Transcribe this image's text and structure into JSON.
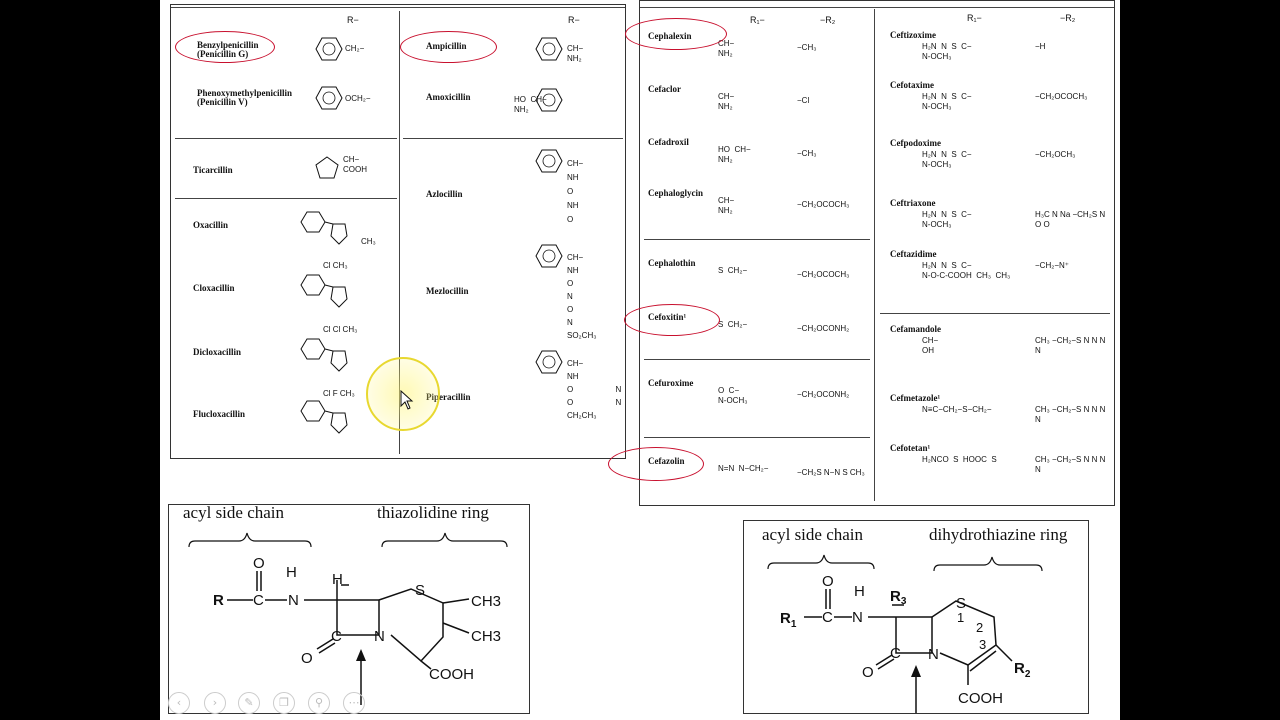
{
  "penicillin_table": {
    "header_r": "R−",
    "header_r2": "R−",
    "rows_left": [
      {
        "name": "Benzylpenicillin\n(Penicillin G)",
        "r": "CH₂−"
      },
      {
        "name": "Phenoxymethylpenicillin\n(Penicillin V)",
        "r": "OCH₂−"
      },
      {
        "name": "Ticarcillin",
        "r": "CH−\nCOOH"
      },
      {
        "name": "Oxacillin",
        "r": "CH₃"
      },
      {
        "name": "Cloxacillin",
        "r": "Cl  CH₃"
      },
      {
        "name": "Dicloxacillin",
        "r": "Cl  Cl  CH₃"
      },
      {
        "name": "Flucloxacillin",
        "r": "Cl  F  CH₃"
      }
    ],
    "rows_right": [
      {
        "name": "Ampicillin",
        "r": "CH−\nNH₂"
      },
      {
        "name": "Amoxicillin",
        "r": "HO  CH−\nNH₂"
      },
      {
        "name": "Azlocillin",
        "r": "CH−  NH  O  NH  O"
      },
      {
        "name": "Mezlocillin",
        "r": "CH−  NH  O  N  O  N  SO₂CH₃"
      },
      {
        "name": "Piperacillin",
        "r": "CH−  NH  O  N  O  N  CH₂CH₃"
      }
    ]
  },
  "cephalosporin_table": {
    "header_r1": "R₁−",
    "header_r2": "−R₂",
    "header_r1b": "R₁−",
    "header_r2b": "−R₂",
    "rows_left": [
      {
        "name": "Cephalexin",
        "r1": "CH−\nNH₂",
        "r2": "−CH₃"
      },
      {
        "name": "Cefaclor",
        "r1": "CH−\nNH₂",
        "r2": "−Cl"
      },
      {
        "name": "Cefadroxil",
        "r1": "HO  CH−\nNH₂",
        "r2": "−CH₃"
      },
      {
        "name": "Cephaloglycin",
        "r1": "CH−\nNH₂",
        "r2": "−CH₂OCOCH₃"
      },
      {
        "name": "Cephalothin",
        "r1": "S  CH₂−",
        "r2": "−CH₂OCOCH₃"
      },
      {
        "name": "Cefoxitin¹",
        "r1": "S  CH₂−",
        "r2": "−CH₂OCONH₂"
      },
      {
        "name": "Cefuroxime",
        "r1": "O  C−\nN-OCH₃",
        "r2": "−CH₂OCONH₂"
      },
      {
        "name": "Cefazolin",
        "r1": "N=N  N−CH₂−",
        "r2": "−CH₂S  N−N  S  CH₃"
      }
    ],
    "rows_right": [
      {
        "name": "Ceftizoxime",
        "r1": "H₂N  N  S  C−\nN-OCH₃",
        "r2": "−H"
      },
      {
        "name": "Cefotaxime",
        "r1": "H₂N  N  S  C−\nN-OCH₃",
        "r2": "−CH₂OCOCH₃"
      },
      {
        "name": "Cefpodoxime",
        "r1": "H₂N  N  S  C−\nN-OCH₃",
        "r2": "−CH₂OCH₃"
      },
      {
        "name": "Ceftriaxone",
        "r1": "H₂N  N  S  C−\nN-OCH₃",
        "r2": "H₃C  N  Na  −CH₂S  N  O  O"
      },
      {
        "name": "Ceftazidime",
        "r1": "H₂N  N  S  C−\nN-O-C-COOH  CH₃  CH₃",
        "r2": "−CH₂−N⁺"
      },
      {
        "name": "Cefamandole",
        "r1": "CH−\nOH",
        "r2": "CH₃  −CH₂−S  N  N  N  N"
      },
      {
        "name": "Cefmetazole¹",
        "r1": "N≡C−CH₂−S−CH₂−",
        "r2": "CH₃  −CH₂−S  N  N  N  N"
      },
      {
        "name": "Cefotetan¹",
        "r1": "H₂NCO  S  HOOC  S",
        "r2": "CH₃  −CH₂−S  N  N  N  N"
      }
    ]
  },
  "penicillin_core": {
    "acyl_label": "acyl side chain",
    "ring_label": "thiazolidine ring",
    "atoms": {
      "r": "R",
      "c": "C",
      "o1": "O",
      "h": "H",
      "n1": "N",
      "h2": "H",
      "s": "S",
      "ch3a": "CH3",
      "ch3b": "CH3",
      "o2": "O",
      "c2": "C",
      "n2": "N",
      "cooh": "COOH"
    }
  },
  "cephalosporin_core": {
    "acyl_label": "acyl side chain",
    "ring_label": "dihydrothiazine ring",
    "atoms": {
      "r1": "R",
      "r1sub": "1",
      "c": "C",
      "o1": "O",
      "h": "H",
      "n1": "N",
      "r3": "R",
      "r3sub": "3",
      "s": "S",
      "n1pos": "1",
      "n2pos": "2",
      "n3pos": "3",
      "o2": "O",
      "c2": "C",
      "n2": "N",
      "r2": "R",
      "r2sub": "2",
      "cooh": "COOH"
    }
  },
  "highlights": [
    "Benzylpenicillin",
    "Ampicillin",
    "Cephalexin",
    "Cefoxitin",
    "Cefazolin"
  ],
  "colors": {
    "highlight_ring": "#c8102e",
    "pointer_halo": "#f5ec3b",
    "background": "#000000"
  },
  "player_controls": [
    "prev-icon",
    "next-icon",
    "pen-icon",
    "copy-icon",
    "zoom-icon",
    "more-icon"
  ]
}
